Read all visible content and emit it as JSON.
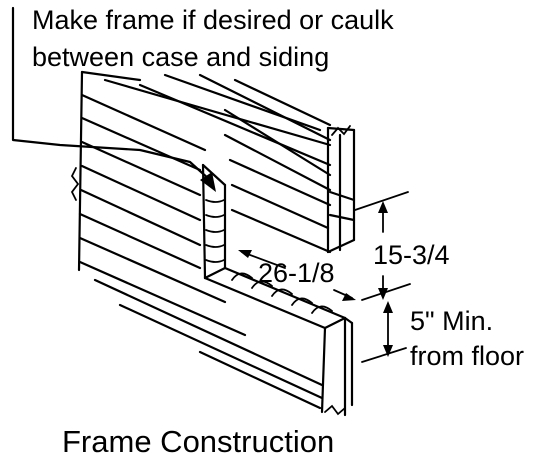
{
  "callout": {
    "line1": "Make frame if desired or caulk",
    "line2": "between case and siding"
  },
  "dimensions": {
    "height": "15-3/4",
    "width": "26-1/8",
    "min_height_line1": "5\" Min.",
    "min_height_line2": "from floor"
  },
  "caption": "Frame Construction"
}
